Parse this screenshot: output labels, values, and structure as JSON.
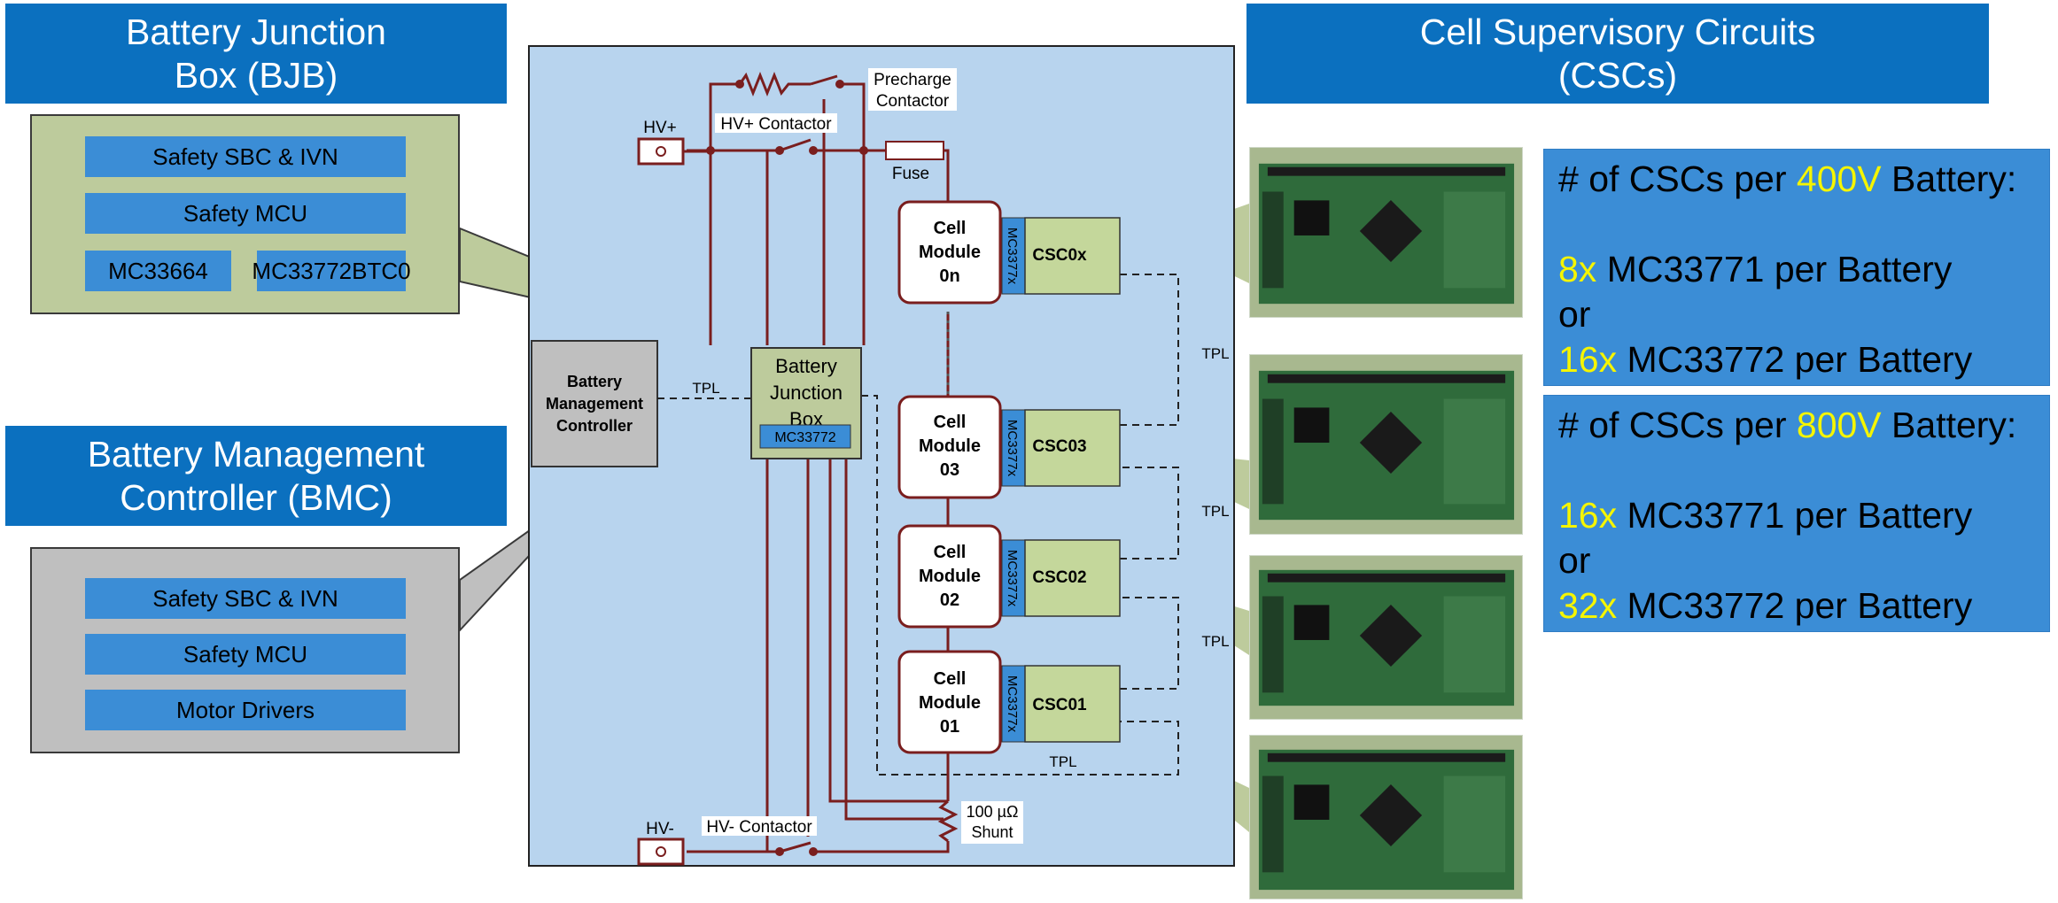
{
  "bjb": {
    "title": "Battery Junction\nBox (BJB)",
    "chips": [
      "Safety SBC & IVN",
      "Safety MCU",
      "MC33664",
      "MC33772BTC0"
    ]
  },
  "bmc": {
    "title": "Battery Management\nController (BMC)",
    "chips": [
      "Safety SBC & IVN",
      "Safety MCU",
      "Motor Drivers"
    ]
  },
  "csc": {
    "title": "Cell Supervisory Circuits\n(CSCs)",
    "info400": {
      "line1_pre": "# of CSCs per ",
      "line1_hl": "400V",
      "line1_post": " Battery:",
      "line2_hl": "8x",
      "line2_post": " MC33771 per Battery",
      "line3": "or",
      "line4_hl": "16x",
      "line4_post": " MC33772 per Battery"
    },
    "info800": {
      "line1_pre": "# of CSCs per ",
      "line1_hl": "800V",
      "line1_post": " Battery:",
      "line2_hl": "16x",
      "line2_post": " MC33771 per Battery",
      "line3": "or",
      "line4_hl": "32x",
      "line4_post": " MC33772 per Battery"
    }
  },
  "diagram": {
    "bmc_box": [
      "Battery",
      "Management",
      "Controller"
    ],
    "tpl": "TPL",
    "junction_box": [
      "Battery",
      "Junction",
      "Box"
    ],
    "junction_chip": "MC33772",
    "hv_plus": "HV+",
    "hv_minus": "HV-",
    "hv_plus_contactor": "HV+ Contactor",
    "hv_minus_contactor": "HV- Contactor",
    "precharge": [
      "Precharge",
      "Contactor"
    ],
    "fuse": "Fuse",
    "shunt": [
      "100 µΩ",
      "Shunt"
    ],
    "mc_chip": "MC3377x",
    "modules": [
      {
        "lines": [
          "Cell",
          "Module",
          "0n"
        ],
        "csc": "CSC0x"
      },
      {
        "lines": [
          "Cell",
          "Module",
          "03"
        ],
        "csc": "CSC03"
      },
      {
        "lines": [
          "Cell",
          "Module",
          "02"
        ],
        "csc": "CSC02"
      },
      {
        "lines": [
          "Cell",
          "Module",
          "01"
        ],
        "csc": "CSC01"
      }
    ]
  },
  "colors": {
    "header_blue": "#0b70bf",
    "chip_blue": "#3b8dd6",
    "bjb_panel": "#bdcb9c",
    "bmc_panel": "#bfbfbf",
    "diagram_bg": "#b8d4ee",
    "wire": "#7a1e1e",
    "highlight": "#f5f500"
  }
}
